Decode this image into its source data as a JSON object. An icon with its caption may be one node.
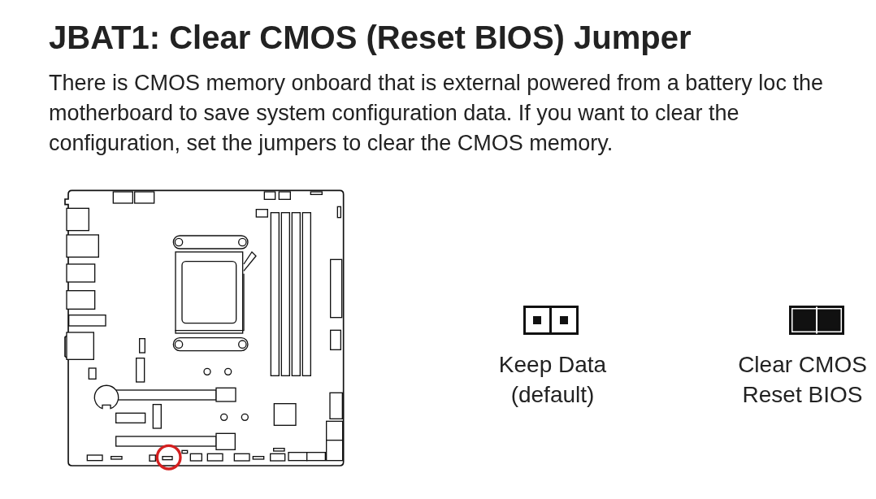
{
  "diagram": {
    "title": "JBAT1: Clear CMOS (Reset BIOS) Jumper",
    "labels": [
      "There is CMOS memory onboard that is external powered from a battery loc the motherboard to save system configuration data. If you want to clear the configuration, set the jumpers to clear the CMOS memory.",
      "Keep Data (default)",
      "Clear CMOS Reset BIOS"
    ]
  }
}
